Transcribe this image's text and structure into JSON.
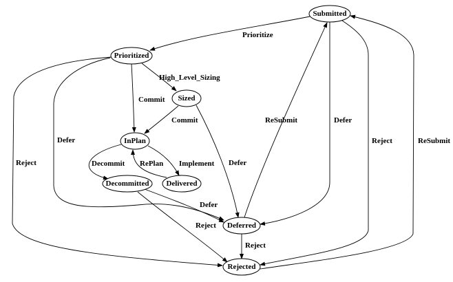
{
  "diagram": {
    "type": "state-transition",
    "nodes": [
      {
        "id": "submitted",
        "label": "Submitted"
      },
      {
        "id": "prioritized",
        "label": "Prioritized"
      },
      {
        "id": "sized",
        "label": "Sized"
      },
      {
        "id": "inplan",
        "label": "InPlan"
      },
      {
        "id": "decommitted",
        "label": "Decommitted"
      },
      {
        "id": "delivered",
        "label": "Delivered"
      },
      {
        "id": "deferred",
        "label": "Deferred"
      },
      {
        "id": "rejected",
        "label": "Rejected"
      }
    ],
    "edges": [
      {
        "from": "submitted",
        "to": "prioritized",
        "label": "Prioritize"
      },
      {
        "from": "prioritized",
        "to": "sized",
        "label": "High_Level_Sizing"
      },
      {
        "from": "prioritized",
        "to": "inplan",
        "label": "Commit"
      },
      {
        "from": "sized",
        "to": "inplan",
        "label": "Commit"
      },
      {
        "from": "inplan",
        "to": "decommitted",
        "label": "Decommit"
      },
      {
        "from": "delivered",
        "to": "inplan",
        "label": "RePlan"
      },
      {
        "from": "inplan",
        "to": "delivered",
        "label": "Implement"
      },
      {
        "from": "prioritized",
        "to": "deferred",
        "label": "Defer"
      },
      {
        "from": "prioritized",
        "to": "rejected",
        "label": "Reject"
      },
      {
        "from": "sized",
        "to": "deferred",
        "label": "Defer"
      },
      {
        "from": "decommitted",
        "to": "deferred",
        "label": "Defer"
      },
      {
        "from": "decommitted",
        "to": "rejected",
        "label": "Reject"
      },
      {
        "from": "deferred",
        "to": "submitted",
        "label": "ReSubmit"
      },
      {
        "from": "submitted",
        "to": "deferred",
        "label": "Defer"
      },
      {
        "from": "deferred",
        "to": "rejected",
        "label": "Reject"
      },
      {
        "from": "submitted",
        "to": "rejected",
        "label": "Reject"
      },
      {
        "from": "rejected",
        "to": "submitted",
        "label": "ReSubmit"
      }
    ]
  }
}
